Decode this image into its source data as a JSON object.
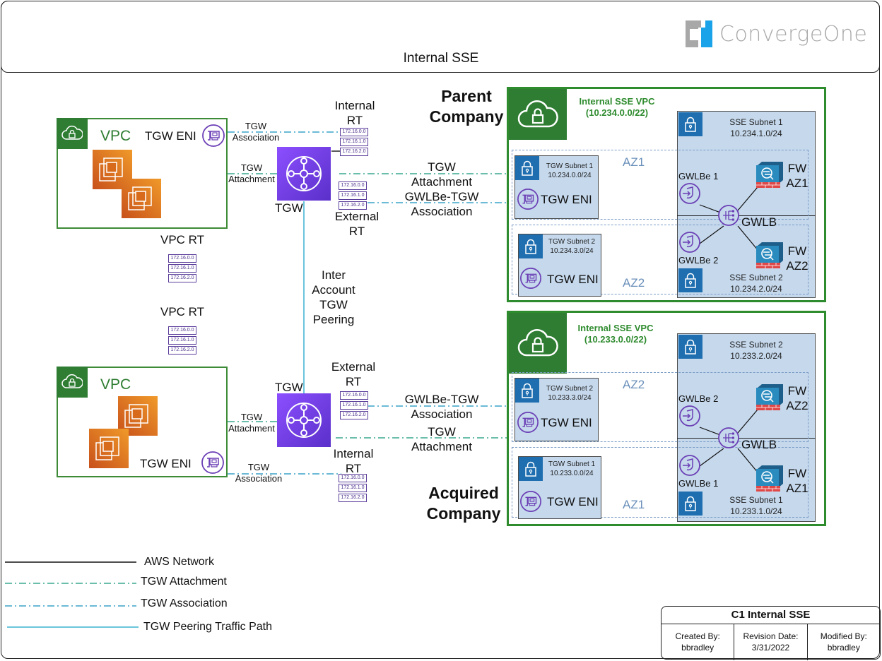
{
  "header": {
    "title": "Internal SSE",
    "logo_text": "ConvergeOne",
    "logo_colors": {
      "gray": "#a8a8a8",
      "blue": "#1aa3e8"
    }
  },
  "colors": {
    "vpc_green": "#2e7d32",
    "tgw_purple": "#7b45e8",
    "subnet_fill": "#c5d8ec",
    "subnet_badge": "#1f6fb0",
    "ec2_orange": "#e07b12",
    "attachment_line": "#3aa88f",
    "association_line": "#3aa3c8",
    "peering_line": "#3ab0d0"
  },
  "left_top": {
    "vpc_label": "VPC",
    "eni_label": "TGW ENI",
    "association_label": [
      "TGW",
      "Association"
    ],
    "attachment_label": [
      "TGW",
      "Attachment"
    ],
    "tgw_label": "TGW",
    "internal_rt_label": [
      "Internal",
      "RT"
    ],
    "external_rt_label": [
      "External",
      "RT"
    ],
    "vpc_rt_label": "VPC RT"
  },
  "left_bottom": {
    "vpc_label": "VPC",
    "eni_label": "TGW ENI",
    "association_label": [
      "TGW",
      "Association"
    ],
    "attachment_label": [
      "TGW",
      "Attachment"
    ],
    "tgw_label": "TGW",
    "internal_rt_label": [
      "Internal",
      "RT"
    ],
    "external_rt_label": [
      "External",
      "RT"
    ],
    "vpc_rt_label": "VPC RT"
  },
  "route_entries": [
    "172.16.0.0",
    "172.16.1.0",
    "172.16.2.0"
  ],
  "peering_label": [
    "Inter",
    "Account",
    "TGW",
    "Peering"
  ],
  "parent": {
    "company_label": [
      "Parent",
      "Company"
    ],
    "link_labels": {
      "attachment": [
        "TGW",
        "Attachment"
      ],
      "association": [
        "GWLBe-TGW",
        "Association"
      ]
    },
    "vpc_title": [
      "Internal SSE VPC",
      "(10.234.0.0/22)"
    ],
    "az_top": "AZ1",
    "az_bottom": "AZ2",
    "tgw_subnet_top": {
      "name": "TGW Subnet 1",
      "cidr": "10.234.0.0/24",
      "eni": "TGW ENI"
    },
    "tgw_subnet_bottom": {
      "name": "TGW Subnet 2",
      "cidr": "10.234.3.0/24",
      "eni": "TGW ENI"
    },
    "sse_subnet_top": {
      "name": "SSE Subnet 1",
      "cidr": "10.234.1.0/24"
    },
    "sse_subnet_bottom": {
      "name": "SSE Subnet 2",
      "cidr": "10.234.2.0/24"
    },
    "gwlbe_top": "GWLBe 1",
    "gwlbe_bottom": "GWLBe 2",
    "gwlb": "GWLB",
    "fw_top": [
      "FW",
      "AZ1"
    ],
    "fw_bottom": [
      "FW",
      "AZ2"
    ]
  },
  "acquired": {
    "company_label": [
      "Acquired",
      "Company"
    ],
    "link_labels": {
      "association": [
        "GWLBe-TGW",
        "Association"
      ],
      "attachment": [
        "TGW",
        "Attachment"
      ]
    },
    "vpc_title": [
      "Internal SSE VPC",
      "(10.233.0.0/22)"
    ],
    "az_top": "AZ2",
    "az_bottom": "AZ1",
    "tgw_subnet_top": {
      "name": "TGW Subnet 2",
      "cidr": "10.233.3.0/24",
      "eni": "TGW ENI"
    },
    "tgw_subnet_bottom": {
      "name": "TGW Subnet 1",
      "cidr": "10.233.0.0/24",
      "eni": "TGW ENI"
    },
    "sse_subnet_top": {
      "name": "SSE Subnet 2",
      "cidr": "10.233.2.0/24"
    },
    "sse_subnet_bottom": {
      "name": "SSE Subnet 1",
      "cidr": "10.233.1.0/24"
    },
    "gwlbe_top": "GWLBe 2",
    "gwlbe_bottom": "GWLBe 1",
    "gwlb": "GWLB",
    "fw_top": [
      "FW",
      "AZ2"
    ],
    "fw_bottom": [
      "FW",
      "AZ1"
    ]
  },
  "legend": [
    {
      "label": "AWS Network",
      "style": "solid-black"
    },
    {
      "label": "TGW Attachment",
      "style": "dashdot-green"
    },
    {
      "label": "TGW Association",
      "style": "dashdot-blue"
    },
    {
      "label": "TGW Peering Traffic Path",
      "style": "solid-cyan"
    }
  ],
  "title_block": {
    "title": "C1 Internal SSE",
    "created_by_label": "Created By:",
    "created_by": "bbradley",
    "revision_date_label": "Revision Date:",
    "revision_date": "3/31/2022",
    "modified_by_label": "Modified By:",
    "modified_by": "bbradley"
  }
}
